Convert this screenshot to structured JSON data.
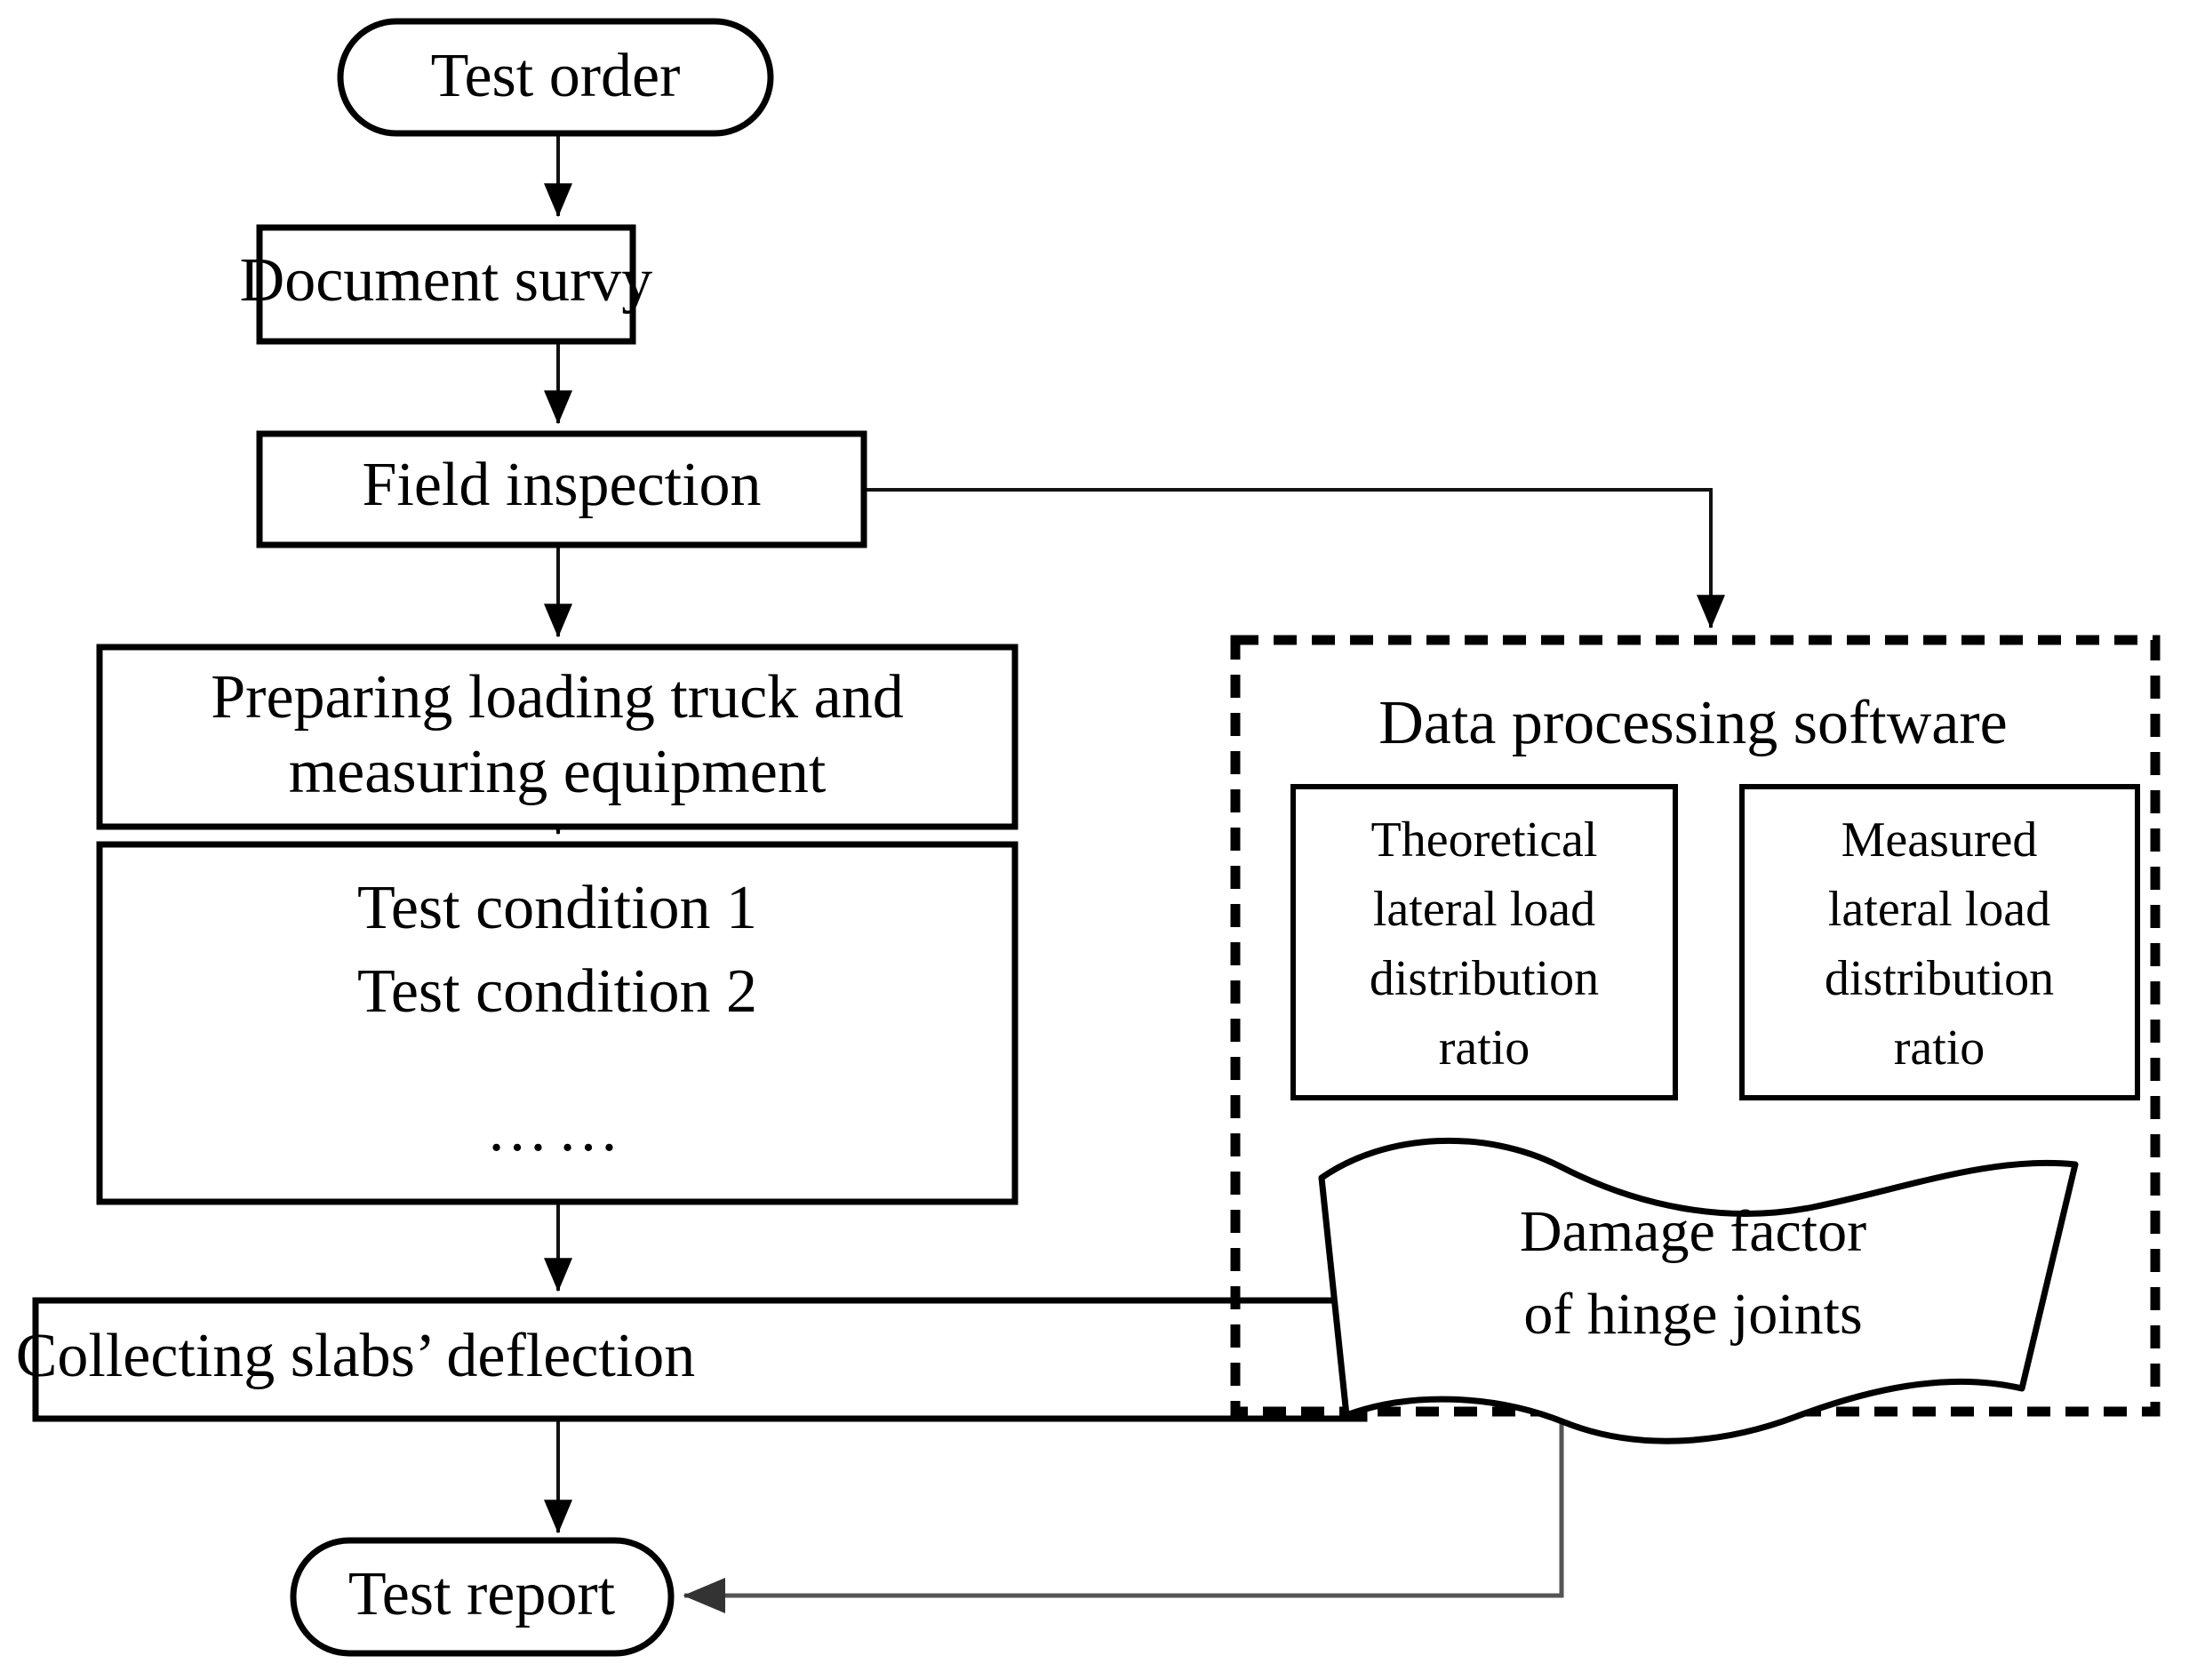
{
  "diagram": {
    "title": "Bridge load test workflow flowchart",
    "background_color": "#ffffff",
    "line_color": "#000000",
    "accent_gray": "#555555"
  },
  "nodes": {
    "test_order": {
      "label": "Test order",
      "shape": "stadium"
    },
    "document_survey": {
      "label": "Document survy",
      "shape": "rect"
    },
    "field_inspection": {
      "label": "Field inspection",
      "shape": "rect"
    },
    "preparing": {
      "shape": "rect",
      "line1": "Preparing loading truck and",
      "line2": "measuring equipment"
    },
    "test_conditions": {
      "shape": "rect",
      "line1": "Test condition 1",
      "line2": "Test condition 2",
      "line3": "……"
    },
    "collecting": {
      "label": "Collecting slabs’ deflection",
      "shape": "rect"
    },
    "test_report": {
      "label": "Test report",
      "shape": "stadium"
    },
    "data_processing": {
      "label": "Data processing software",
      "shape": "dashed-group"
    },
    "theoretical_ratio": {
      "shape": "rect",
      "line1": "Theoretical",
      "line2": "lateral load",
      "line3": "distribution",
      "line4": "ratio"
    },
    "measured_ratio": {
      "shape": "rect",
      "line1": "Measured",
      "line2": "lateral load",
      "line3": "distribution",
      "line4": "ratio"
    },
    "damage_factor": {
      "shape": "wave",
      "line1": "Damage factor",
      "line2": "of hinge joints"
    }
  },
  "edges": [
    {
      "from": "test_order",
      "to": "document_survey",
      "style": "solid-arrow"
    },
    {
      "from": "document_survey",
      "to": "field_inspection",
      "style": "solid-arrow"
    },
    {
      "from": "field_inspection",
      "to": "preparing",
      "style": "solid-arrow"
    },
    {
      "from": "field_inspection",
      "to": "data_processing",
      "style": "elbow-arrow"
    },
    {
      "from": "preparing",
      "to": "test_conditions",
      "style": "solid-arrow"
    },
    {
      "from": "test_conditions",
      "to": "collecting",
      "style": "solid-arrow"
    },
    {
      "from": "collecting",
      "to": "data_processing",
      "style": "solid-arrow"
    },
    {
      "from": "collecting",
      "to": "test_report",
      "style": "solid-arrow"
    },
    {
      "from": "data_processing",
      "to": "test_report",
      "style": "elbow-arrow-gray"
    }
  ]
}
